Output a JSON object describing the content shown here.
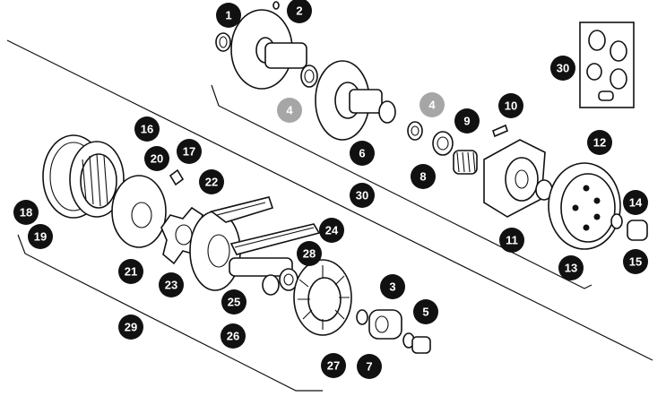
{
  "diagram": {
    "callouts": [
      {
        "id": "1",
        "label": "1",
        "style": "dark"
      },
      {
        "id": "2",
        "label": "2",
        "style": "dark"
      },
      {
        "id": "3",
        "label": "3",
        "style": "dark"
      },
      {
        "id": "4a",
        "label": "4",
        "style": "grey"
      },
      {
        "id": "4b",
        "label": "4",
        "style": "grey"
      },
      {
        "id": "5",
        "label": "5",
        "style": "dark"
      },
      {
        "id": "6",
        "label": "6",
        "style": "dark"
      },
      {
        "id": "7",
        "label": "7",
        "style": "dark"
      },
      {
        "id": "8",
        "label": "8",
        "style": "dark"
      },
      {
        "id": "9",
        "label": "9",
        "style": "dark"
      },
      {
        "id": "10",
        "label": "10",
        "style": "dark"
      },
      {
        "id": "11",
        "label": "11",
        "style": "dark"
      },
      {
        "id": "12",
        "label": "12",
        "style": "dark"
      },
      {
        "id": "13",
        "label": "13",
        "style": "dark"
      },
      {
        "id": "14",
        "label": "14",
        "style": "dark"
      },
      {
        "id": "15",
        "label": "15",
        "style": "dark"
      },
      {
        "id": "16",
        "label": "16",
        "style": "dark"
      },
      {
        "id": "17",
        "label": "17",
        "style": "dark"
      },
      {
        "id": "18",
        "label": "18",
        "style": "dark"
      },
      {
        "id": "19",
        "label": "19",
        "style": "dark"
      },
      {
        "id": "20",
        "label": "20",
        "style": "dark"
      },
      {
        "id": "21",
        "label": "21",
        "style": "dark"
      },
      {
        "id": "22",
        "label": "22",
        "style": "dark"
      },
      {
        "id": "23",
        "label": "23",
        "style": "dark"
      },
      {
        "id": "24",
        "label": "24",
        "style": "dark"
      },
      {
        "id": "25",
        "label": "25",
        "style": "dark"
      },
      {
        "id": "26",
        "label": "26",
        "style": "dark"
      },
      {
        "id": "27",
        "label": "27",
        "style": "dark"
      },
      {
        "id": "28",
        "label": "28",
        "style": "dark"
      },
      {
        "id": "29",
        "label": "29",
        "style": "dark"
      },
      {
        "id": "30a",
        "label": "30",
        "style": "dark"
      },
      {
        "id": "30b",
        "label": "30",
        "style": "dark"
      }
    ]
  }
}
